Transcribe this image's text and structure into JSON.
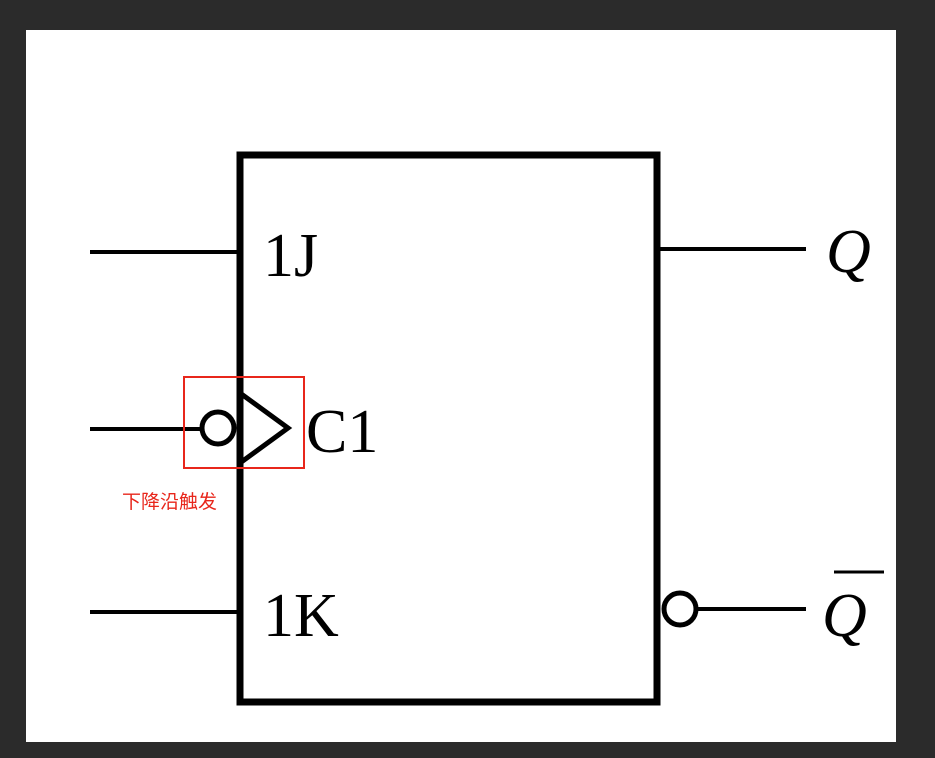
{
  "diagram": {
    "pins": {
      "j": "1J",
      "clock": "C1",
      "k": "1K"
    },
    "outputs": {
      "q": "Q",
      "q_bar": "Q"
    },
    "annotation": {
      "text": "下降沿触发",
      "color": "#e8261b"
    },
    "colors": {
      "line": "#000000",
      "background": "#ffffff",
      "frame": "#2b2b2b"
    }
  }
}
